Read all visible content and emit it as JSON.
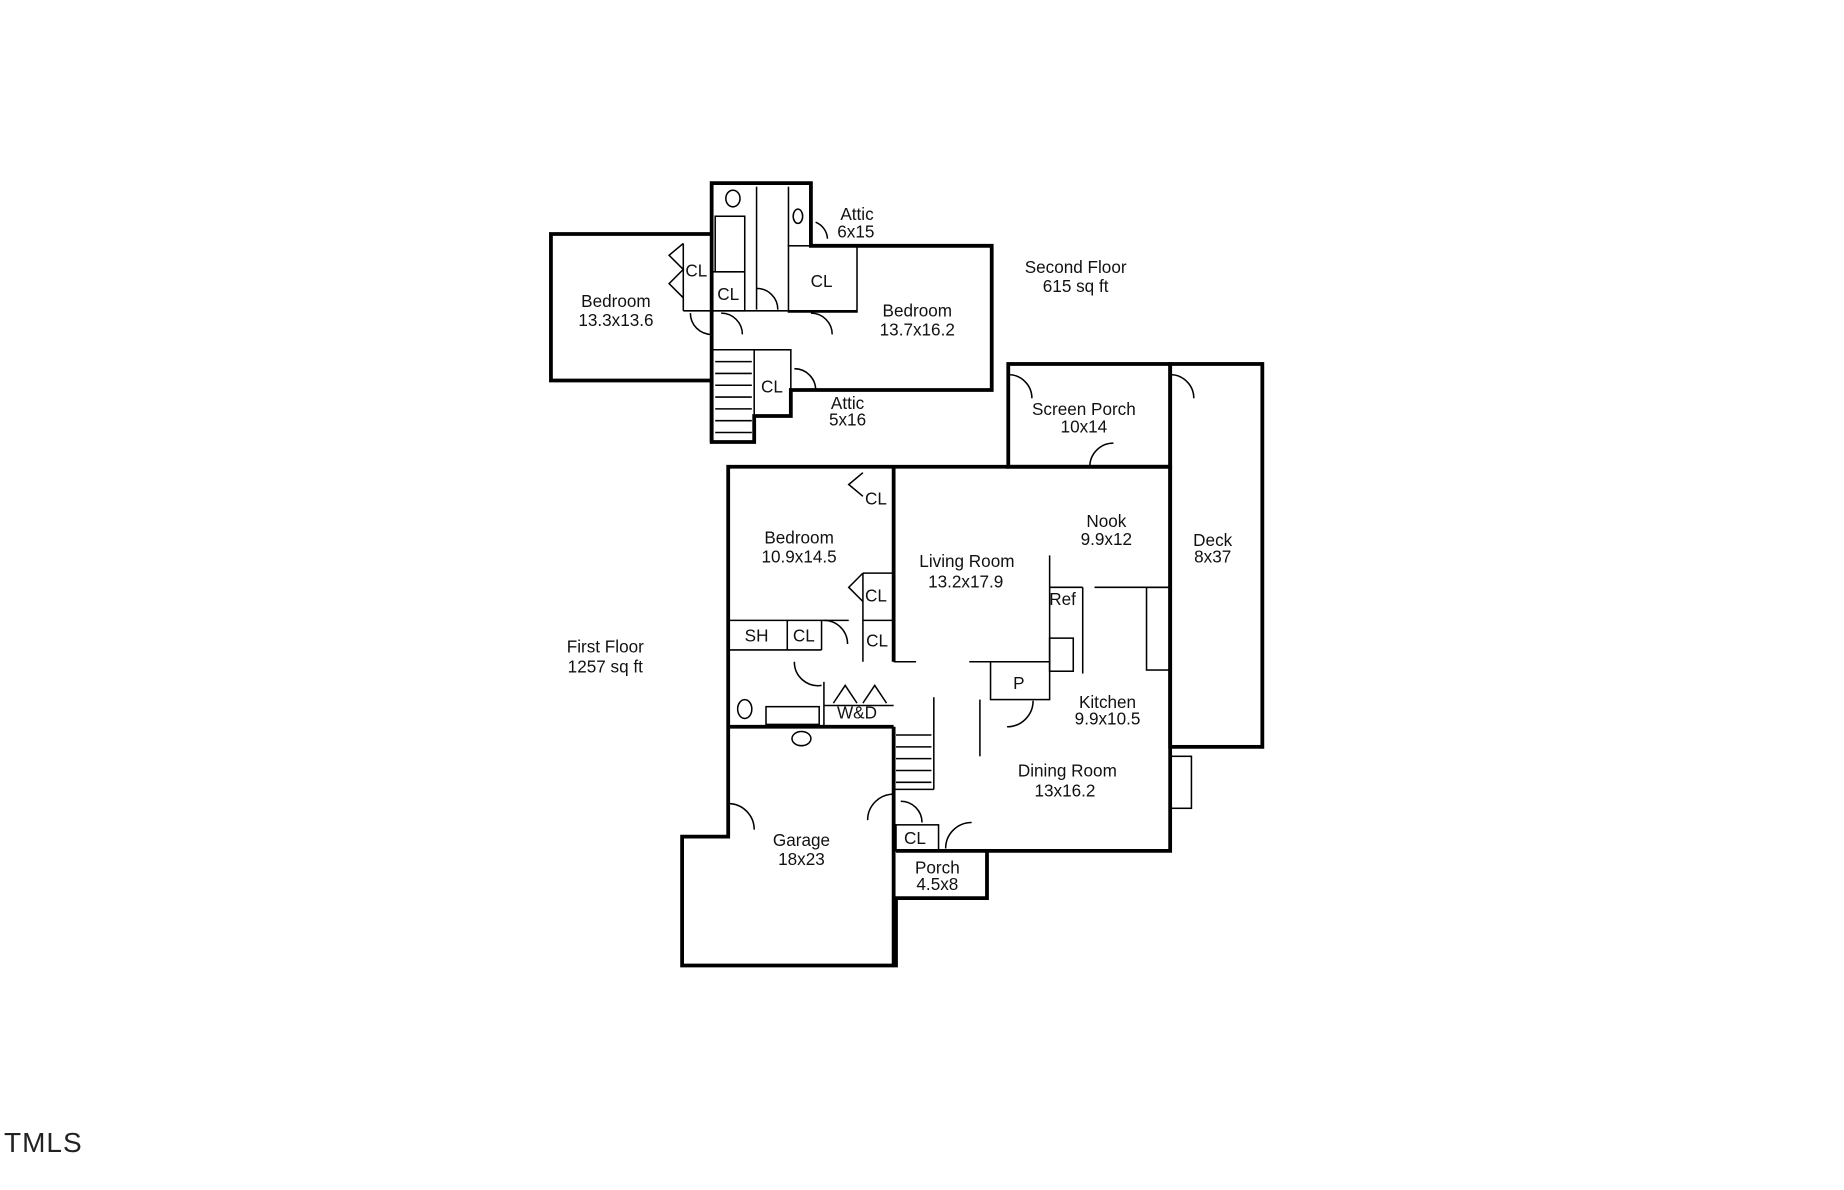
{
  "second_floor": {
    "title": "Second Floor",
    "area": "615 sq ft",
    "rooms": [
      {
        "name": "Bedroom",
        "dims": "13.3x13.6"
      },
      {
        "name": "Bedroom",
        "dims": "13.7x16.2"
      },
      {
        "name": "Attic",
        "dims": "6x15"
      },
      {
        "name": "Attic",
        "dims": "5x16"
      }
    ],
    "closets": [
      "CL",
      "CL",
      "CL",
      "CL"
    ]
  },
  "first_floor": {
    "title": "First Floor",
    "area": "1257 sq ft",
    "rooms": [
      {
        "name": "Bedroom",
        "dims": "10.9x14.5"
      },
      {
        "name": "Living Room",
        "dims": "13.2x17.9"
      },
      {
        "name": "Nook",
        "dims": "9.9x12"
      },
      {
        "name": "Screen Porch",
        "dims": "10x14"
      },
      {
        "name": "Deck",
        "dims": "8x37"
      },
      {
        "name": "Kitchen",
        "dims": "9.9x10.5"
      },
      {
        "name": "Dining Room",
        "dims": "13x16.2"
      },
      {
        "name": "Garage",
        "dims": "18x23"
      },
      {
        "name": "Porch",
        "dims": "4.5x8"
      }
    ],
    "fixtures": {
      "sh": "SH",
      "cl": "CL",
      "wd": "W&D",
      "ref": "Ref",
      "pantry": "P"
    }
  },
  "logo": "TMLS"
}
